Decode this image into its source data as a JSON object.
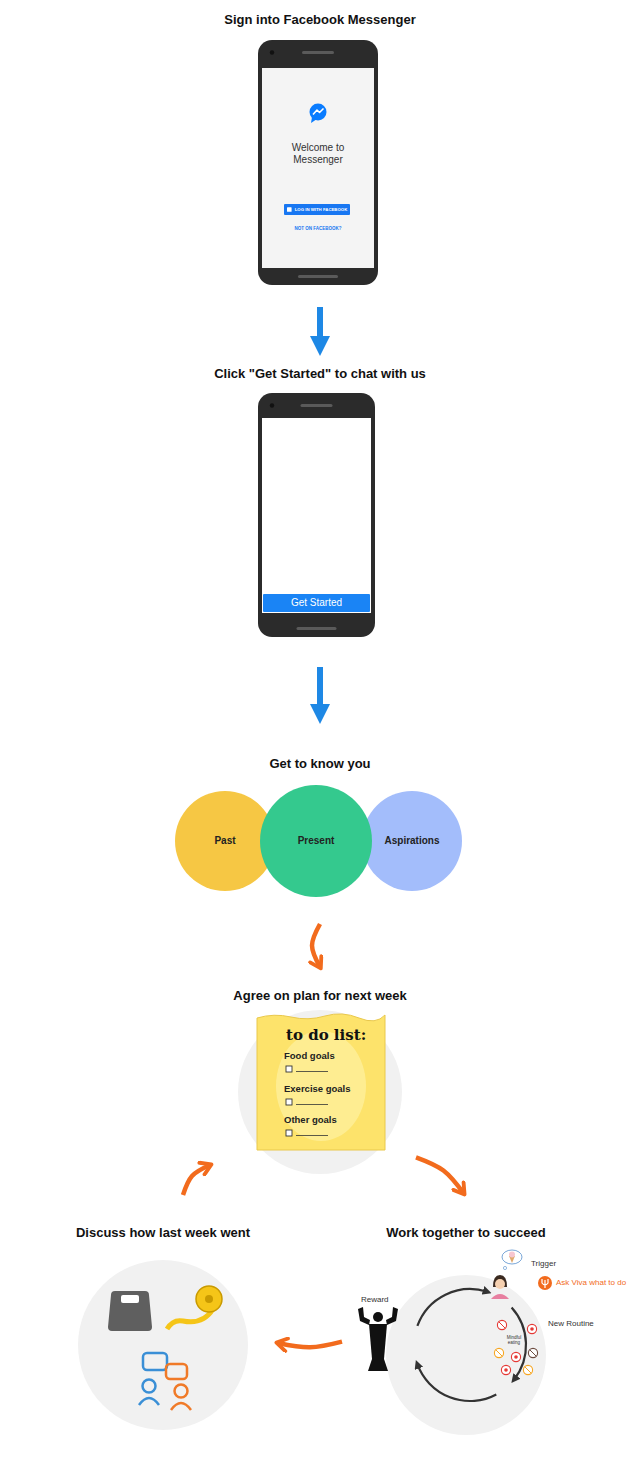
{
  "diagram": {
    "nodes": [
      {
        "text": [
          "Sign into Facebook Messenger",
          "Welcome to Messenger",
          "NOT ON FACEBOOK?"
        ]
      },
      {
        "text": [
          "LOG IN WITH FACEBOOK"
        ],
        "in": 0
      },
      {
        "text": [
          "Click \"Get Started\" to chat with us"
        ]
      },
      {
        "text": [
          "Get Started"
        ],
        "in": 2
      },
      {
        "text": [
          "Get to know you"
        ]
      },
      {
        "text": [
          "Past"
        ],
        "in": 4
      },
      {
        "text": [
          "Present"
        ],
        "in": 4
      },
      {
        "text": [
          "Aspirations"
        ],
        "in": 4
      },
      {
        "text": [
          "Agree on plan for next week",
          "to do list:",
          "Food goals",
          "Exercise goals",
          "Other goals"
        ]
      },
      {
        "text": [
          "Work together to succeed",
          "Trigger",
          "Ask Viva what to do",
          "New Routine",
          "Reward",
          "Mindful eating"
        ]
      },
      {
        "text": [
          "Discuss how last week went"
        ]
      }
    ],
    "edges": [
      {
        "from": 0,
        "to": 2,
        "arrow": "to"
      },
      {
        "from": 2,
        "to": 4,
        "arrow": "to"
      },
      {
        "from": 4,
        "to": 8,
        "arrow": "to"
      },
      {
        "from": 8,
        "to": 9,
        "arrow": "to"
      },
      {
        "from": 9,
        "to": 10,
        "arrow": "to"
      },
      {
        "from": 10,
        "to": 8,
        "arrow": "to"
      }
    ]
  }
}
